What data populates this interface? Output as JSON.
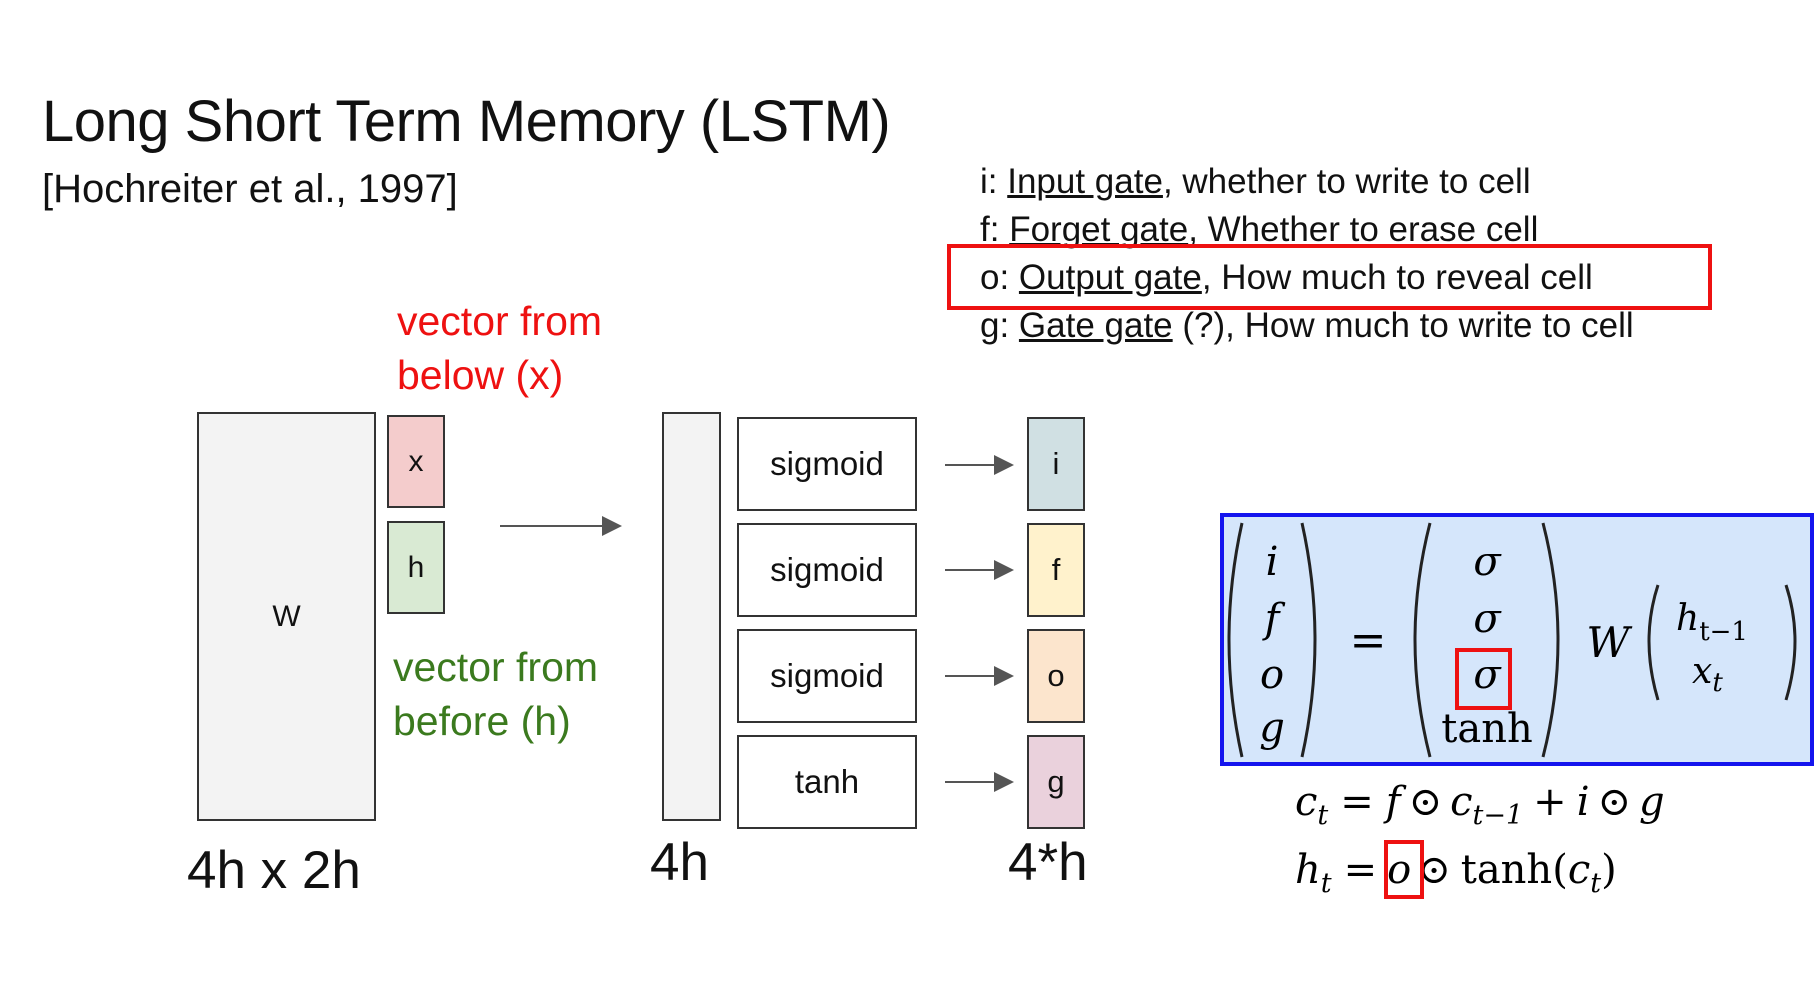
{
  "title": "Long Short Term Memory (LSTM)",
  "subtitle": "[Hochreiter et al., 1997]",
  "gates_legend": [
    {
      "key": "i: ",
      "name": "Input gate",
      "desc": ", whether to write to cell"
    },
    {
      "key": "f: ",
      "name": "Forget gate",
      "desc": ", Whether to erase cell"
    },
    {
      "key": "o: ",
      "name": "Output gate",
      "desc": ", How much to reveal cell"
    },
    {
      "key": "g: ",
      "name": "Gate gate",
      "desc": " (?), How much to write to cell"
    }
  ],
  "notes": {
    "x_line1": "vector from",
    "x_line2": "below (x)",
    "h_line1": "vector from",
    "h_line2": "before (h)"
  },
  "blocks": {
    "W": "W",
    "x": "x",
    "h": "h"
  },
  "activations": [
    "sigmoid",
    "sigmoid",
    "sigmoid",
    "tanh"
  ],
  "gate_vectors": [
    {
      "label": "i",
      "color": "#d0e0e3"
    },
    {
      "label": "f",
      "color": "#fff2cc"
    },
    {
      "label": "o",
      "color": "#fce5cd"
    },
    {
      "label": "g",
      "color": "#ead1dc"
    }
  ],
  "dims": {
    "W": "4h x 2h",
    "stacked": "4h",
    "gates": "4*h"
  },
  "equation": {
    "lhs": [
      "i",
      "f",
      "o",
      "g"
    ],
    "rhs": [
      "σ",
      "σ",
      "σ",
      "tanh"
    ],
    "W": "W",
    "h_prev": "h",
    "h_prev_sub": "t−1",
    "x_t": "x",
    "x_t_sub": "t",
    "eq_sign": "=",
    "cell_lhs": "c",
    "cell_lhs_sub": "t",
    "cell_f": "f",
    "cell_c_prev": "c",
    "cell_c_prev_sub": "t−1",
    "cell_plus": "+",
    "cell_i": "i",
    "cell_g": "g",
    "hid_lhs": "h",
    "hid_lhs_sub": "t",
    "hid_o": "o",
    "hid_tanh": "tanh(",
    "hid_c": "c",
    "hid_c_sub": "t",
    "hid_close": ")",
    "odot": "⊙"
  },
  "colors": {
    "highlight_red": "#ee1111",
    "highlight_blue": "#1414ee",
    "note_red": "#ee1111",
    "note_green": "#3b7a1e",
    "eq_fill": "#d5e6fb"
  }
}
